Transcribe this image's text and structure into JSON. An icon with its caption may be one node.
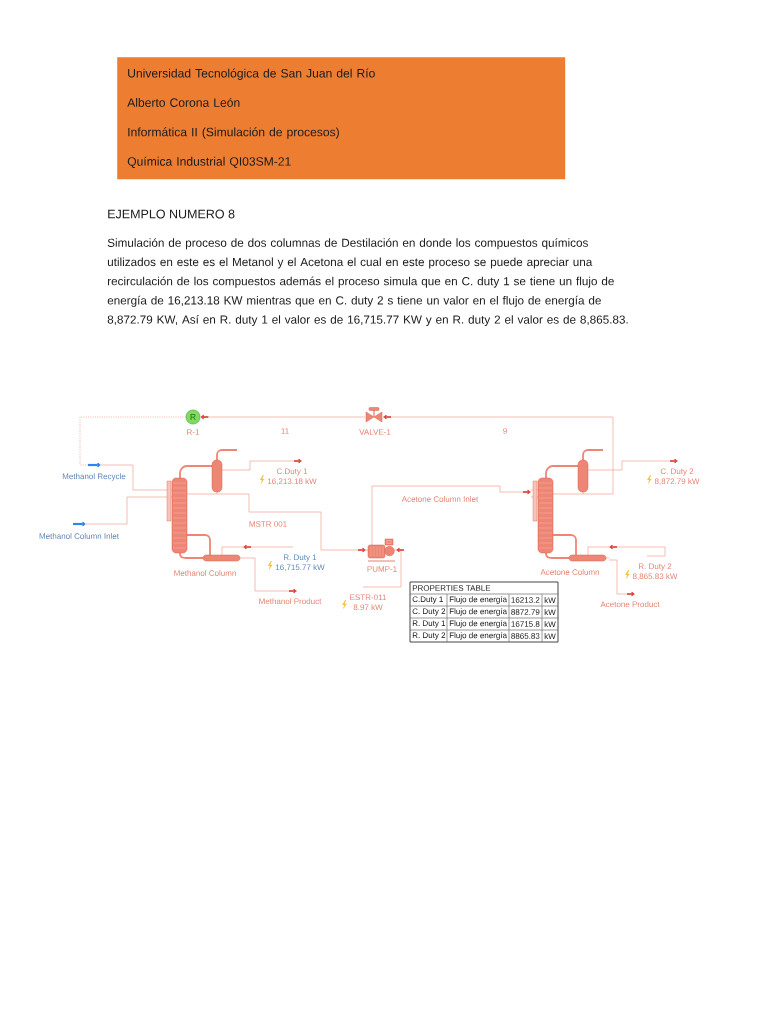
{
  "diagram": {
    "title": "EJEMPLO NUMERO 8",
    "nodes": [
      {
        "text": [
          "Universidad Tecnológica de San Juan del Río",
          "Alberto Corona León",
          "Informática II (Simulación de procesos)",
          "Química Industrial QI03SM-21"
        ]
      },
      {
        "text": [
          "R"
        ],
        "beside": [
          "R-1"
        ]
      },
      {
        "text": [],
        "shape": "picture",
        "beside": [
          "VALVE-1"
        ]
      },
      {
        "text": [],
        "shape": "arrow",
        "beside": [
          "Methanol Recycle"
        ]
      },
      {
        "text": [],
        "shape": "arrow",
        "beside": [
          "Methanol Column Inlet"
        ]
      },
      {
        "text": [],
        "shape": "picture",
        "beside": [
          "Methanol Column"
        ]
      },
      {
        "text": [
          "C.Duty 1",
          "16,213.18 kW"
        ]
      },
      {
        "text": [
          "R. Duty 1",
          "16,715.77 kW"
        ]
      },
      {
        "text": [
          "Methanol Product"
        ]
      },
      {
        "text": [],
        "shape": "picture",
        "beside": [
          "PUMP-1"
        ]
      },
      {
        "text": [
          "ESTR-011",
          "8.97 kW"
        ]
      },
      {
        "text": [],
        "shape": "picture",
        "beside": [
          "Acetone Column"
        ]
      },
      {
        "text": [
          "C. Duty 2",
          "8,872.79 kW"
        ]
      },
      {
        "text": [
          "R. Duty 2",
          "8,865.83 kW"
        ]
      },
      {
        "text": [
          "Acetone Product"
        ]
      }
    ],
    "edges": [
      {
        "from": 2,
        "to": 1,
        "arrow": "to",
        "label": "11"
      },
      {
        "from": 11,
        "to": 2,
        "arrow": "to",
        "label": "9"
      },
      {
        "from": 1,
        "to": 3,
        "arrow": "none",
        "style": "dashed"
      },
      {
        "from": 3,
        "to": 5,
        "arrow": "none"
      },
      {
        "from": 4,
        "to": 5,
        "arrow": "none"
      },
      {
        "from": 5,
        "to": 6,
        "arrow": "to"
      },
      {
        "from": 7,
        "to": 5,
        "arrow": "to"
      },
      {
        "from": 5,
        "to": 8,
        "arrow": "to"
      },
      {
        "from": 5,
        "to": 9,
        "arrow": "to",
        "label": "MSTR 001"
      },
      {
        "from": 10,
        "to": 9,
        "arrow": "to"
      },
      {
        "from": 9,
        "to": 11,
        "arrow": "to",
        "label": "Acetone Column Inlet"
      },
      {
        "from": 11,
        "to": 12,
        "arrow": "to"
      },
      {
        "from": 13,
        "to": 11,
        "arrow": "to"
      },
      {
        "from": 11,
        "to": 14,
        "arrow": "to"
      }
    ],
    "labels": [
      "Simulación de proceso de dos columnas de Destilación en donde los compuestos químicos utilizados en este es el Metanol y el Acetona el cual en este proceso se puede apreciar una recirculación de los compuestos además el proceso simula que en C. duty 1 se tiene un flujo de energía de 16,213.18 KW mientras que en C. duty 2 s tiene un valor en el flujo de energía de 8,872.79 KW, Así en R. duty 1 el valor es de 16,715.77 KW y en R. duty 2 el valor es de 8,865.83.",
      "PROPERTIES TABLE",
      "C.Duty 1",
      "Flujo de energía",
      "16213.2",
      "kW",
      "C. Duty 2",
      "Flujo de energía",
      "8872.79",
      "kW",
      "R. Duty 1",
      "Flujo de energía",
      "16715.8",
      "kW",
      "R. Duty 2",
      "Flujo de energía",
      "8865.83",
      "kW"
    ]
  }
}
